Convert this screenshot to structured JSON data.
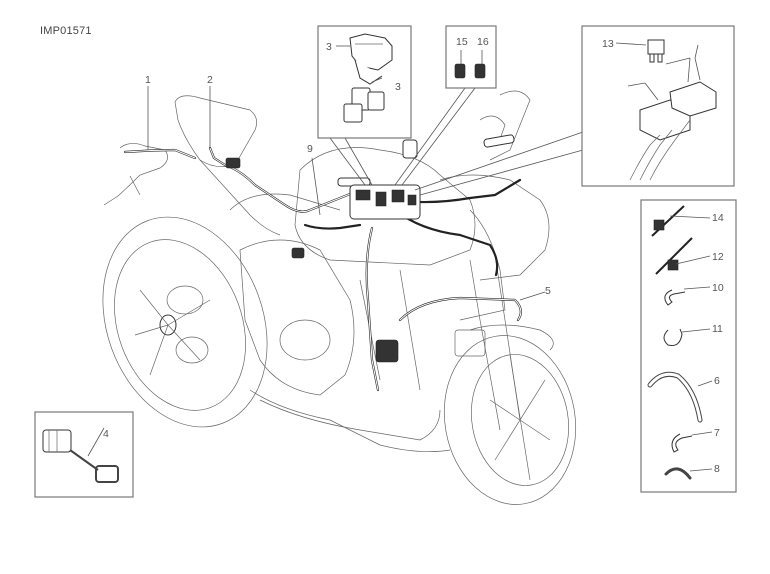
{
  "drawing": {
    "code": "IMP01571",
    "title": "Vehicle electrical system - exploded view"
  },
  "callouts": {
    "c1": "1",
    "c2": "2",
    "c3a": "3",
    "c3b": "3",
    "c4": "4",
    "c5": "5",
    "c6": "6",
    "c7": "7",
    "c8": "8",
    "c9": "9",
    "c10": "10",
    "c11": "11",
    "c12": "12",
    "c13": "13",
    "c14": "14",
    "c15": "15",
    "c16": "16"
  },
  "insets": {
    "relay_box": {
      "parts": [
        "3",
        "3"
      ]
    },
    "connectors": {
      "parts": [
        "15",
        "16"
      ]
    },
    "fuse_relays": {
      "parts": [
        "13"
      ]
    },
    "fasteners": {
      "parts": [
        "14",
        "12",
        "10",
        "11",
        "6",
        "7",
        "8"
      ]
    },
    "diagnostic_cap": {
      "parts": [
        "4"
      ]
    }
  }
}
